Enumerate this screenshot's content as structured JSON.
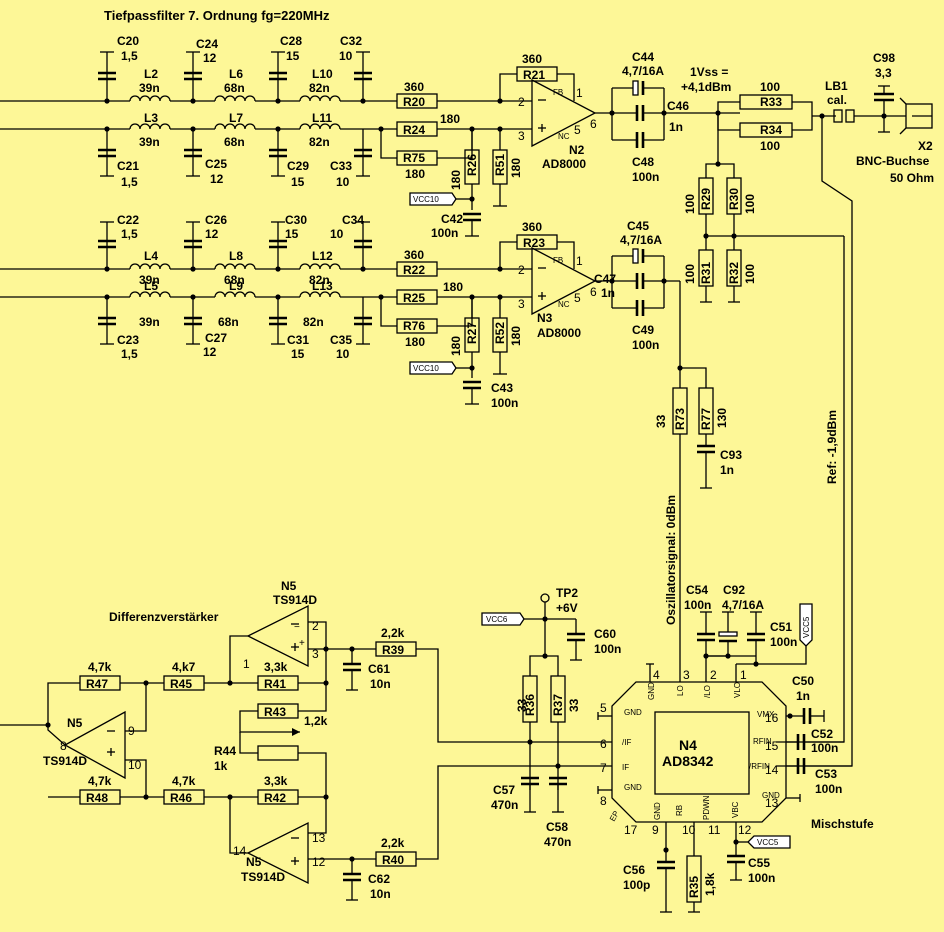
{
  "title": "Tiefpassfilter 7. Ordnung fg=220MHz",
  "parts": {
    "C20": [
      "C20",
      "1,5"
    ],
    "C24": [
      "C24",
      "12"
    ],
    "C28": [
      "C28",
      "15"
    ],
    "C32": [
      "C32",
      "10"
    ],
    "C21": [
      "C21",
      "1,5"
    ],
    "C25": [
      "C25",
      "12"
    ],
    "C29": [
      "C29",
      "15"
    ],
    "C33": [
      "C33",
      "10"
    ],
    "L2": [
      "L2",
      "39n"
    ],
    "L6": [
      "L6",
      "68n"
    ],
    "L10": [
      "L10",
      "82n"
    ],
    "L3": [
      "L3",
      "39n"
    ],
    "L7": [
      "L7",
      "68n"
    ],
    "L11": [
      "L11",
      "82n"
    ],
    "R20": [
      "R20",
      "360"
    ],
    "R21": [
      "R21",
      "360"
    ],
    "R24": [
      "R24",
      "180"
    ],
    "R75": [
      "R75",
      "180"
    ],
    "R26": [
      "R26",
      "180"
    ],
    "R51": [
      "R51",
      "180"
    ],
    "C42": [
      "C42",
      "100n"
    ],
    "C44": [
      "C44",
      "4,7/16A"
    ],
    "C46": [
      "C46",
      "1n"
    ],
    "C48": [
      "C48",
      "100n"
    ],
    "N2": [
      "N2",
      "AD8000"
    ],
    "C22": [
      "C22",
      "1,5"
    ],
    "C26": [
      "C26",
      "12"
    ],
    "C30": [
      "C30",
      "15"
    ],
    "C34": [
      "C34",
      "10"
    ],
    "C23": [
      "C23",
      "1,5"
    ],
    "C27": [
      "C27",
      "12"
    ],
    "C31": [
      "C31",
      "15"
    ],
    "C35": [
      "C35",
      "10"
    ],
    "L4": [
      "L4",
      "39n"
    ],
    "L8": [
      "L8",
      "68n"
    ],
    "L12": [
      "L12",
      "82n"
    ],
    "L5": [
      "L5",
      "39n"
    ],
    "L9": [
      "L9",
      "68n"
    ],
    "L13": [
      "L13",
      "82n"
    ],
    "R22": [
      "R22",
      "360"
    ],
    "R23": [
      "R23",
      "360"
    ],
    "R25": [
      "R25",
      "180"
    ],
    "R76": [
      "R76",
      "180"
    ],
    "R27": [
      "R27",
      "180"
    ],
    "R52": [
      "R52",
      "180"
    ],
    "C43": [
      "C43",
      "100n"
    ],
    "C45": [
      "C45",
      "4,7/16A"
    ],
    "C47": [
      "C47",
      "1n"
    ],
    "C49": [
      "C49",
      "100n"
    ],
    "N3": [
      "N3",
      "AD8000"
    ],
    "R33": [
      "R33",
      "100"
    ],
    "R34": [
      "R34",
      "100"
    ],
    "R29": [
      "R29",
      "100"
    ],
    "R30": [
      "R30",
      "100"
    ],
    "R31": [
      "R31",
      "100"
    ],
    "R32": [
      "R32",
      "100"
    ],
    "LB1": [
      "LB1",
      "cal."
    ],
    "C98": [
      "C98",
      "3,3"
    ],
    "R73": [
      "R73",
      "33"
    ],
    "R77": [
      "R77",
      "130"
    ],
    "C93": [
      "C93",
      "1n"
    ],
    "R47": [
      "R47",
      "4,7k"
    ],
    "R45": [
      "R45",
      "4,k7"
    ],
    "R41": [
      "R41",
      "3,3k"
    ],
    "R43": [
      "R43",
      "1,2k"
    ],
    "R44": [
      "R44",
      "1k"
    ],
    "R48": [
      "R48",
      "4,7k"
    ],
    "R46": [
      "R46",
      "4,7k"
    ],
    "R42": [
      "R42",
      "3,3k"
    ],
    "R39": [
      "R39",
      "2,2k"
    ],
    "R40": [
      "R40",
      "2,2k"
    ],
    "C61": [
      "C61",
      "10n"
    ],
    "C62": [
      "C62",
      "10n"
    ],
    "N5a": [
      "N5",
      "TS914D"
    ],
    "N5b": [
      "N5",
      "TS914D"
    ],
    "N5c": [
      "N5",
      "TS914D"
    ],
    "R36": [
      "R36",
      "33"
    ],
    "R37": [
      "R37",
      "33"
    ],
    "C57": [
      "C57",
      "470n"
    ],
    "C58": [
      "C58",
      "470n"
    ],
    "C60": [
      "C60",
      "100n"
    ],
    "C54": [
      "C54",
      "100n"
    ],
    "C92": [
      "C92",
      "4,7/16A"
    ],
    "C51": [
      "C51",
      "100n"
    ],
    "C50": [
      "C50",
      "1n"
    ],
    "C52": [
      "C52",
      "100n"
    ],
    "C53": [
      "C53",
      "100n"
    ],
    "C56": [
      "C56",
      "100p"
    ],
    "R35": [
      "R35",
      "1,8k"
    ],
    "C55": [
      "C55",
      "100n"
    ],
    "N4": [
      "N4",
      "AD8342"
    ]
  },
  "labels": {
    "vss": "1Vss =",
    "dbm": "+4,1dBm",
    "x2": "X2",
    "bnc": "BNC-Buchse",
    "ohm": "50 Ohm",
    "osc": "Oszillatorsignal: 0dBm",
    "ref": "Ref: -1,9dBm",
    "diff": "Differenzverstärker",
    "misch": "Mischstufe",
    "tp2": "TP2",
    "v6": "+6V",
    "vcc6": "VCC6",
    "vcc5a": "VCC5",
    "vcc5b": "VCC5",
    "vcc10a": "VCC10",
    "vcc10b": "VCC10"
  },
  "pins": {
    "gnd": "GND",
    "lo": "LO",
    "nlo": "/LO",
    "vlo": "VLO",
    "vmx": "VMX",
    "rfin": "RFIN",
    "nrfin": "/RFIN",
    "nif": "/IF",
    "if": "IF",
    "rb": "RB",
    "pdwn": "PDWN",
    "vbc": "VBC",
    "ep": "EP",
    "fb": "FB",
    "nc": "NC"
  },
  "colors": {
    "background": "#fdf797",
    "ink": "#000000"
  }
}
